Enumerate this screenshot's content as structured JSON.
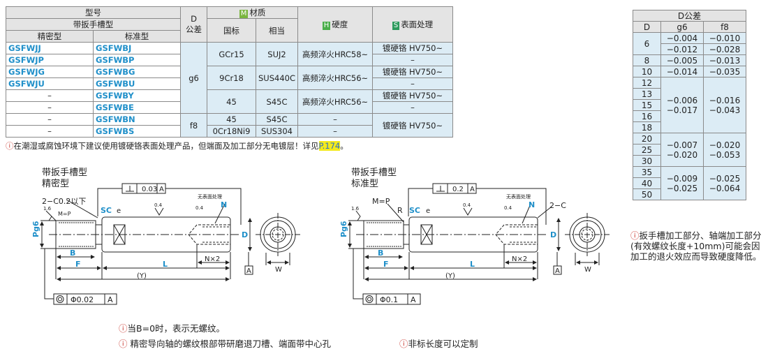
{
  "spec_table": {
    "h_model": "型号",
    "h_slot": "带扳手槽型",
    "h_precision": "精密型",
    "h_standard": "标准型",
    "h_d_line1": "D",
    "h_d_line2": "公差",
    "h_material": "材质",
    "h_mat_tag": "M",
    "h_gb": "国标",
    "h_equiv": "相当",
    "h_hard_tag": "H",
    "h_hardness": "硬度",
    "h_surf_tag": "S",
    "h_surface": "表面处理",
    "rows": [
      {
        "precision": "GSFWJJ",
        "standard": "GSFWBJ"
      },
      {
        "precision": "GSFWJP",
        "standard": "GSFWBP"
      },
      {
        "precision": "GSFWJG",
        "standard": "GSFWBG"
      },
      {
        "precision": "GSFWJU",
        "standard": "GSFWBU"
      },
      {
        "precision": "–",
        "standard": "GSFWBY"
      },
      {
        "precision": "–",
        "standard": "GSFWBE"
      },
      {
        "precision": "–",
        "standard": "GSFWBN"
      },
      {
        "precision": "–",
        "standard": "GSFWBS"
      }
    ],
    "tol_g6": "g6",
    "tol_f8": "f8",
    "mat1_gb": "GCr15",
    "mat1_eq": "SUJ2",
    "mat1_hard": "高频淬火HRC58~",
    "mat2_gb": "9Cr18",
    "mat2_eq": "SUS440C",
    "mat2_hard": "高频淬火HRC56~",
    "mat3_gb": "45",
    "mat3_eq": "S45C",
    "mat3_hard": "高频淬火HRC56~",
    "mat4_gb": "45",
    "mat4_eq": "S45C",
    "mat4_hard": "–",
    "mat5_gb": "0Cr18Ni9",
    "mat5_eq": "SUS304",
    "mat5_hard": "–",
    "surf_chrome": "镀硬铬 HV750~",
    "dash": "–"
  },
  "note_text": "在潮湿或腐蚀环境下建议使用镀硬铬表面处理产品，但端面及加工部分无电镀层！详见",
  "note_link": "P.174",
  "note_end": "。",
  "warn_symbol": "ⓘ",
  "tolerance_table": {
    "title": "D公差",
    "h_d": "D",
    "h_g6": "g6",
    "h_f8": "f8",
    "d_values": [
      "6",
      "8",
      "10",
      "12",
      "13",
      "15",
      "16",
      "18",
      "20",
      "25",
      "30",
      "35",
      "40",
      "50"
    ],
    "g6": [
      [
        "−0.004",
        "−0.012"
      ],
      [
        "−0.005",
        "−0.014"
      ],
      [
        "−0.006",
        "−0.017"
      ],
      [
        "−0.007",
        "−0.020"
      ],
      [
        "−0.009",
        "−0.025"
      ]
    ],
    "f8": [
      [
        "−0.010",
        "−0.028"
      ],
      [
        "−0.013",
        "−0.035"
      ],
      [
        "−0.016",
        "−0.043"
      ],
      [
        "−0.020",
        "−0.053"
      ],
      [
        "−0.025",
        "−0.064"
      ]
    ]
  },
  "drawing_precision": {
    "title1": "带扳手槽型",
    "title2": "精密型",
    "perp_val": "0.03",
    "datum": "A",
    "chamfer": "2−C0.2以下",
    "mp": "M=P",
    "rough": "1.6",
    "sc": "SC",
    "e": "e",
    "r04": "0.4",
    "nosurf": "无表面处理",
    "n": "N",
    "pg6": "Pg6",
    "b": "B",
    "f": "F",
    "l": "L",
    "y": "(Y)",
    "d": "D",
    "w": "W",
    "nx2": "N×2",
    "conc_val": "Φ0.02"
  },
  "drawing_standard": {
    "title1": "带扳手槽型",
    "title2": "标准型",
    "perp_val": "0.2",
    "datum": "A",
    "chamfer": "2−C",
    "mp": "M=P",
    "r": "R",
    "rough": "1.6",
    "sc": "SC",
    "e": "e",
    "r04": "0.4",
    "nosurf": "无表面处理",
    "n": "N",
    "pg6": "Pg6",
    "b": "B",
    "f": "F",
    "l": "L",
    "y": "(Y)",
    "d": "D",
    "w": "W",
    "nx2": "N×2",
    "conc_val": "Φ0.1"
  },
  "side_note": "扳手槽加工部分、轴端加工部分(有效螺纹长度+10mm)可能会因加工的退火效应而导致硬度降低。",
  "footnote1": "当B=0时，表示无螺纹。",
  "footnote2": "精密导向轴的螺纹根部带研磨退刀槽、端面带中心孔",
  "footnote3": "非标长度可以定制"
}
